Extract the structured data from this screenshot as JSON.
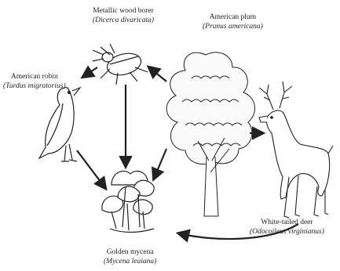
{
  "organisms": {
    "wood_borer": {
      "common": "Metallic wood borer",
      "scientific": "(Dicerca divaricata)"
    },
    "plum": {
      "common": "American plum",
      "scientific": "(Prunus americana)"
    },
    "robin": {
      "common": "American robin",
      "scientific": "(Turdus migratorius)"
    },
    "deer": {
      "common": "White-tailed deer",
      "scientific": "(Odocoileus virginianus)"
    },
    "mycena": {
      "common": "Golden mycena",
      "scientific": "(Mycena leaiana)"
    }
  },
  "colors": {
    "line": "#222222",
    "fill": "#ffffff"
  }
}
